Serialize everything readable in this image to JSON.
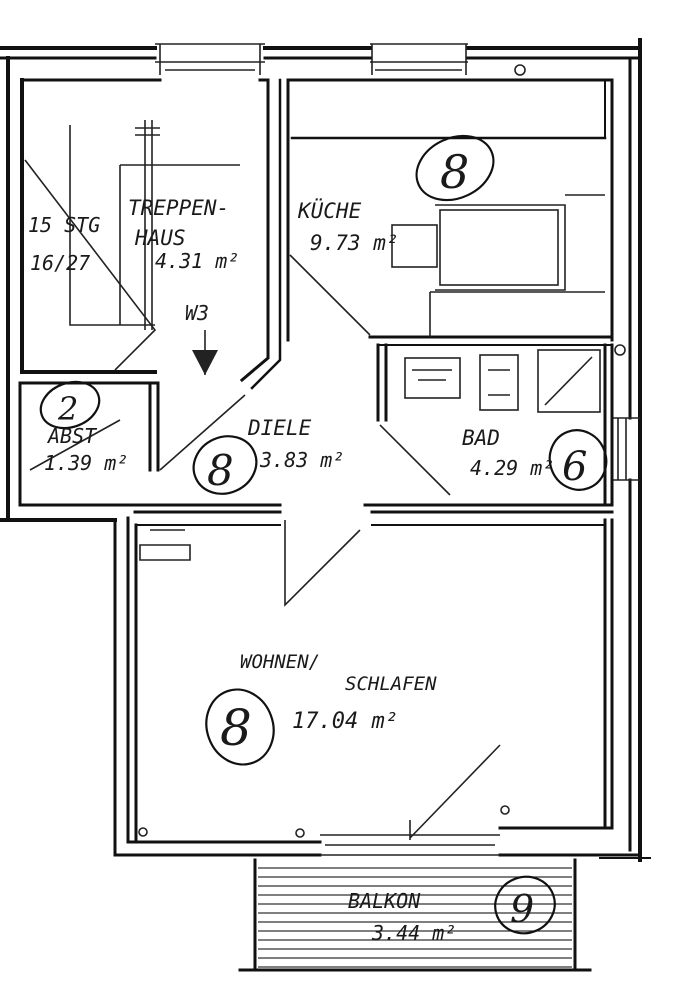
{
  "rooms": {
    "treppenhaus": {
      "name_line1": "TREPPEN-",
      "name_line2": "HAUS",
      "area": "4.31 m²"
    },
    "stairs": {
      "steps": "15 STG",
      "ratio": "16/27"
    },
    "kueche": {
      "name": "KÜCHE",
      "area": "9.73 m²",
      "flooring": "8"
    },
    "abst": {
      "name": "ABST",
      "area": "1.39 m²",
      "flooring": "2"
    },
    "diele": {
      "name": "DIELE",
      "area": "3.83 m²",
      "flooring": "8"
    },
    "bad": {
      "name": "BAD",
      "area": "4.29 m²",
      "flooring": "6"
    },
    "wohnen": {
      "name": "WOHNEN/",
      "name2": "SCHLAFEN",
      "area": "17.04 m²",
      "flooring": "8"
    },
    "balkon": {
      "name": "BALKON",
      "area": "3.44 m²",
      "flooring": "9"
    }
  },
  "markers": {
    "w3": "W3"
  }
}
